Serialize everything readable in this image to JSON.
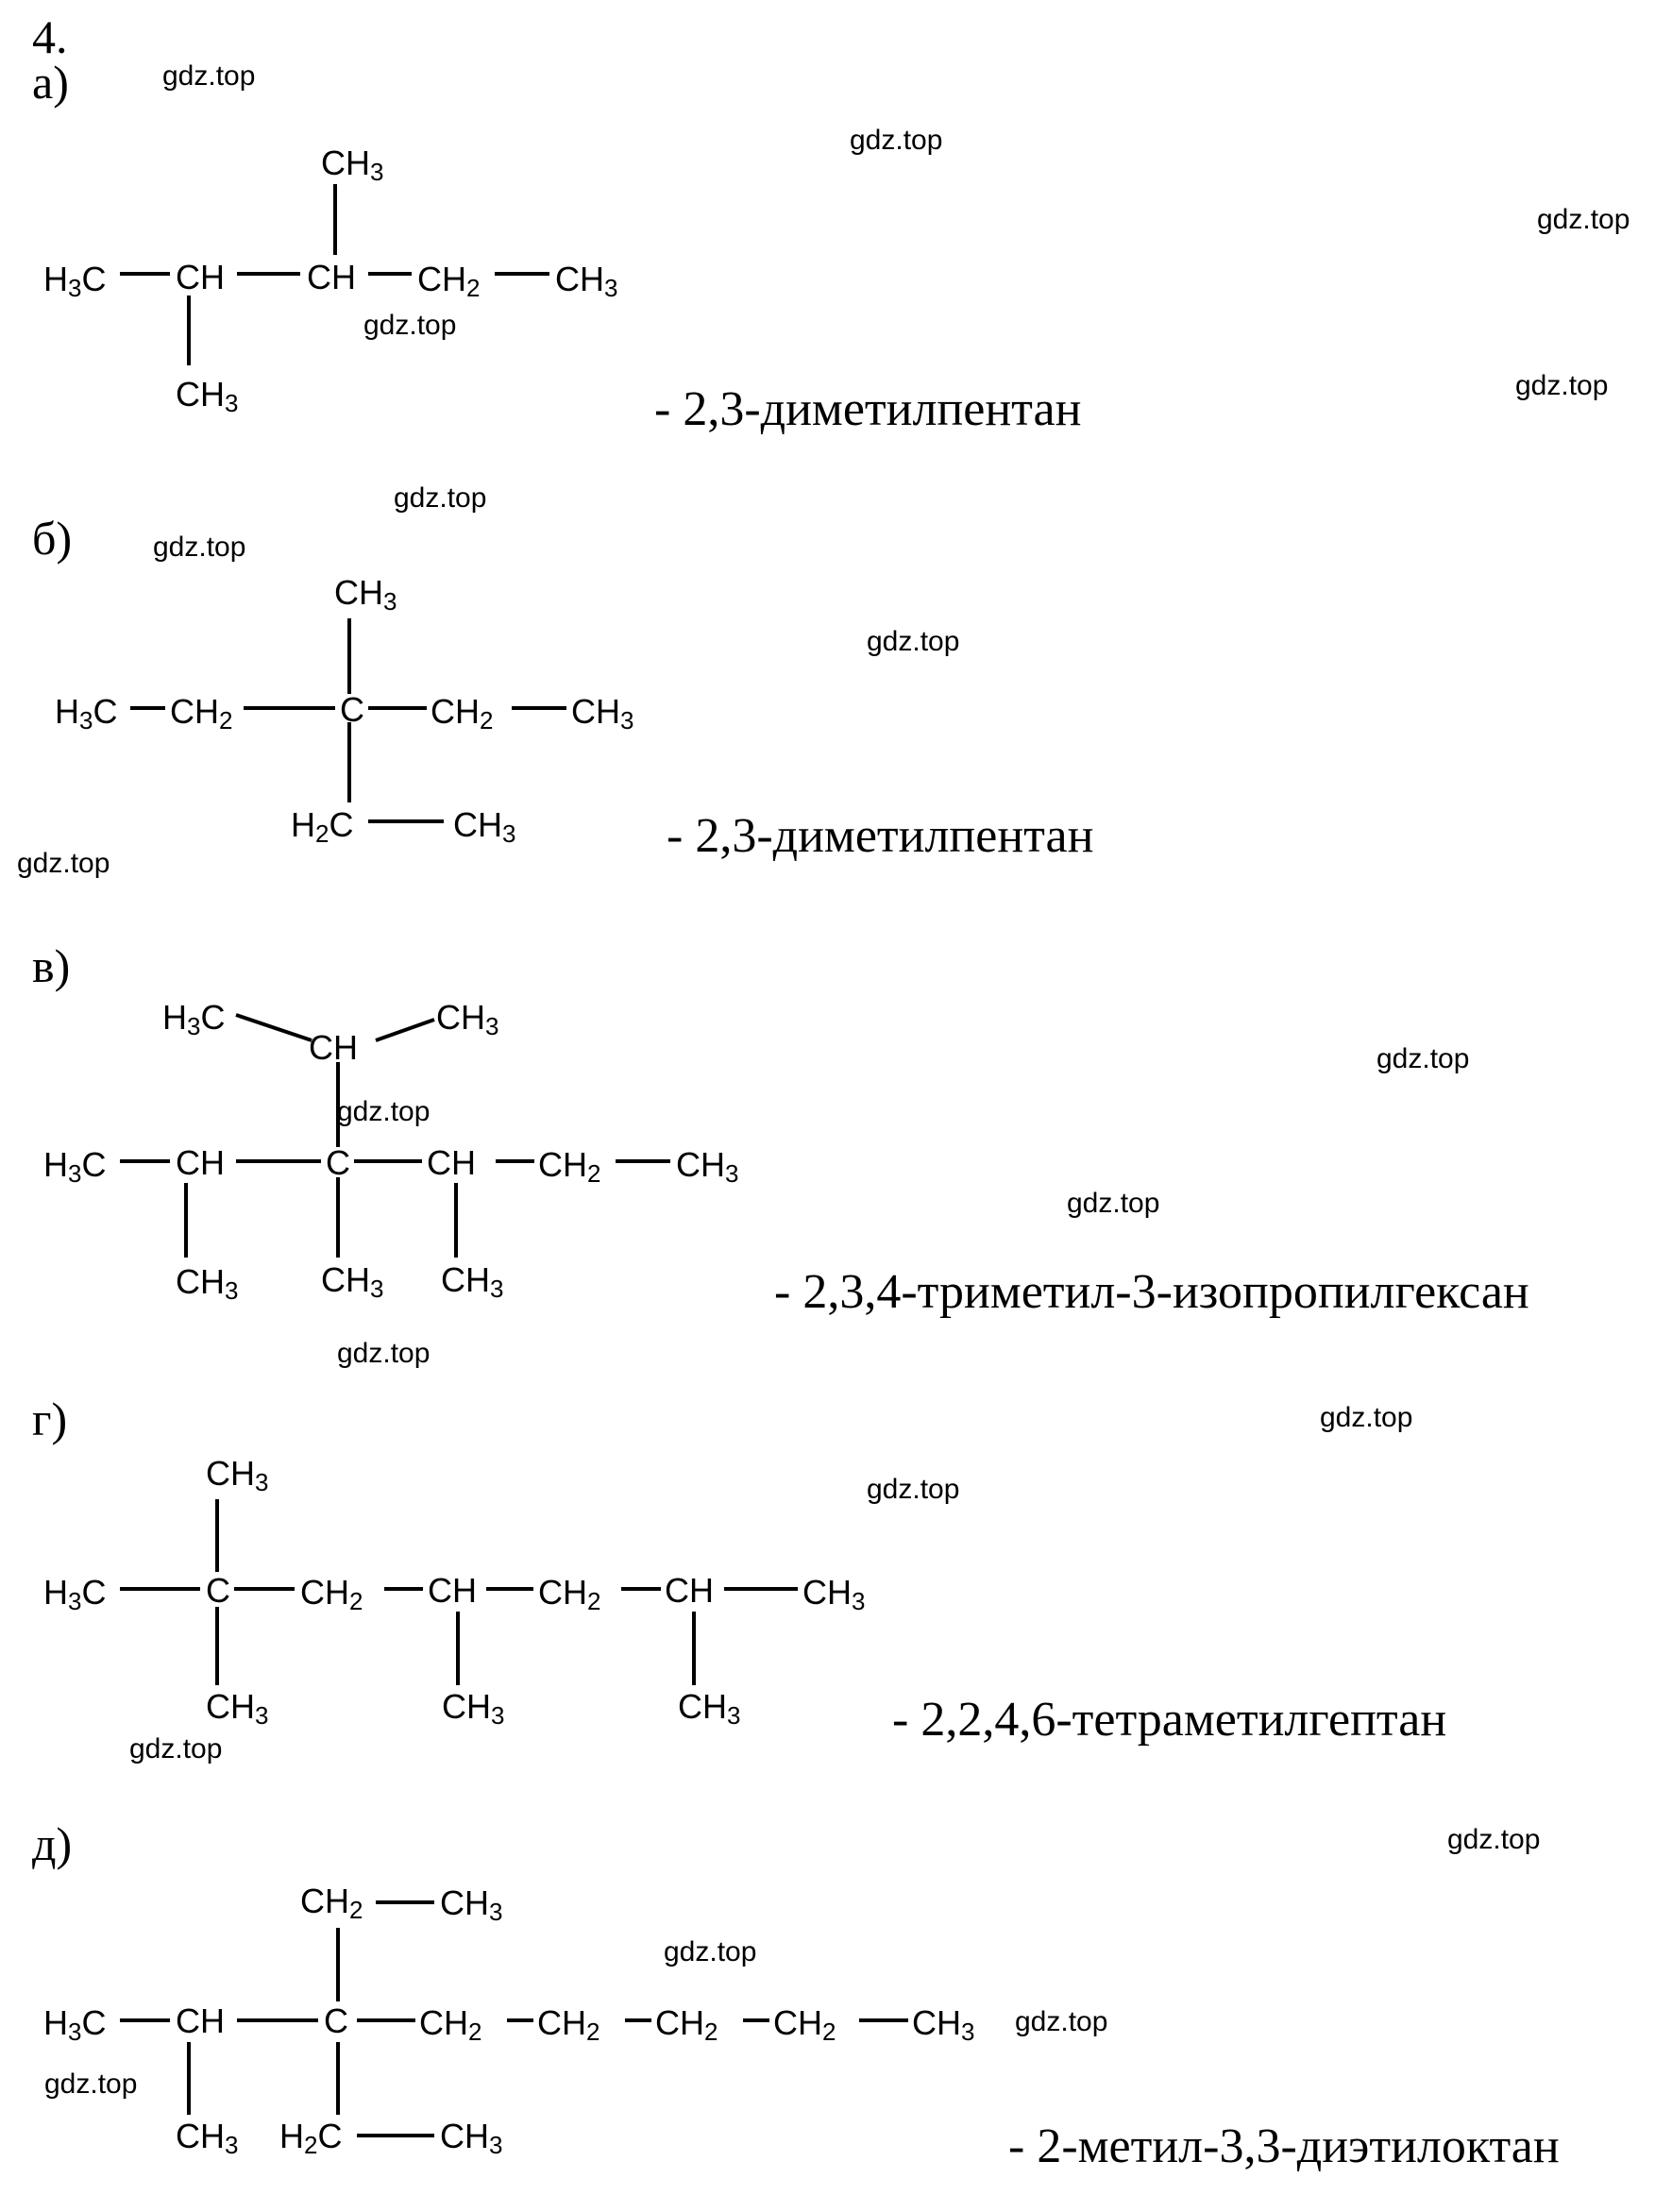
{
  "problem_number": "4.",
  "watermark": "gdz.top",
  "parts": [
    {
      "label": "а)",
      "name": "- 2,3-диметилпентан",
      "atoms": [
        "H3C",
        "CH",
        "CH",
        "CH2",
        "CH3",
        "CH3",
        "CH3"
      ]
    },
    {
      "label": "б)",
      "name": "- 2,3-диметилпентан",
      "atoms": [
        "H3C",
        "CH2",
        "C",
        "CH2",
        "CH3",
        "CH3",
        "H2C",
        "CH3"
      ]
    },
    {
      "label": "в)",
      "name": "- 2,3,4-триметил-3-изопропилгексан",
      "atoms": [
        "H3C",
        "CH",
        "CH3",
        "H3C",
        "CH",
        "C",
        "CH",
        "CH2",
        "CH3",
        "CH3",
        "CH3",
        "CH3"
      ]
    },
    {
      "label": "г)",
      "name": "- 2,2,4,6-тетраметилгептан",
      "atoms": [
        "CH3",
        "H3C",
        "C",
        "CH2",
        "CH",
        "CH2",
        "CH",
        "CH3",
        "CH3",
        "CH3",
        "CH3"
      ]
    },
    {
      "label": "д)",
      "name": "- 2-метил-3,3-диэтилоктан",
      "atoms": [
        "CH2",
        "CH3",
        "H3C",
        "CH",
        "C",
        "CH2",
        "CH2",
        "CH2",
        "CH2",
        "CH3",
        "CH3",
        "H2C",
        "CH3"
      ]
    }
  ]
}
